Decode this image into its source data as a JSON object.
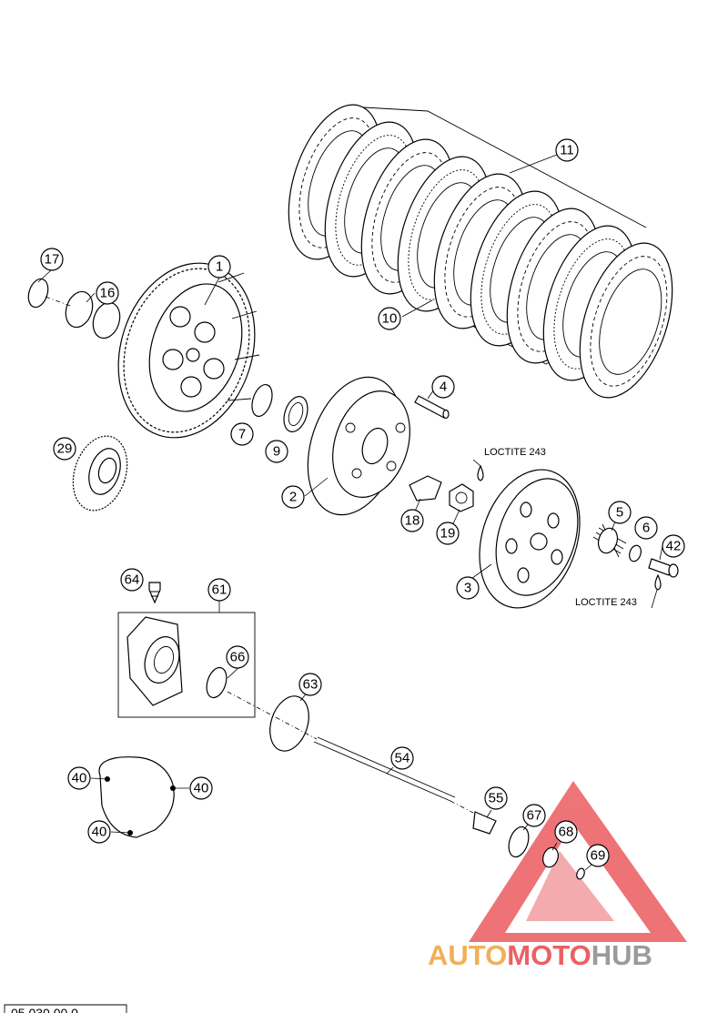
{
  "callouts": {
    "c1": "1",
    "c2": "2",
    "c3": "3",
    "c4": "4",
    "c5": "5",
    "c6": "6",
    "c7": "7",
    "c9": "9",
    "c10": "10",
    "c11": "11",
    "c16": "16",
    "c17": "17",
    "c18": "18",
    "c19": "19",
    "c29": "29",
    "c40a": "40",
    "c40b": "40",
    "c40c": "40",
    "c42": "42",
    "c54": "54",
    "c55": "55",
    "c61": "61",
    "c63": "63",
    "c64": "64",
    "c66": "66",
    "c67": "67",
    "c68": "68",
    "c69": "69"
  },
  "notes": {
    "loctite_top": "LOCTITE 243",
    "loctite_bottom": "LOCTITE 243"
  },
  "watermark": {
    "part1": "AUTO",
    "part2": "MOTO",
    "part3": "HUB",
    "color_orange": "#f2a23a",
    "color_red": "#e8454a",
    "color_grey": "#8a8a8a"
  },
  "footer": {
    "code": "05.030.00.0"
  }
}
